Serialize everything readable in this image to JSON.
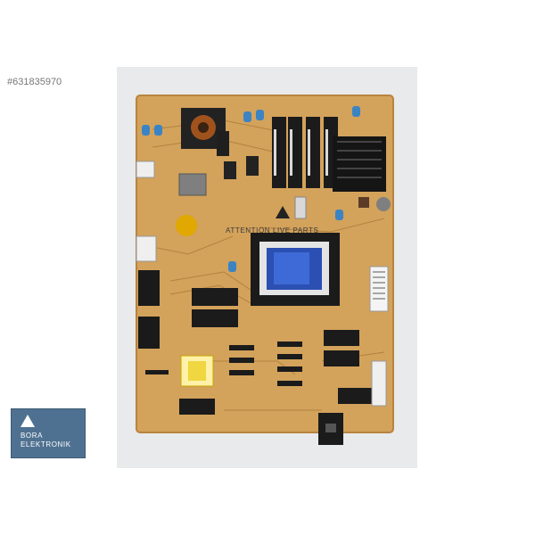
{
  "listing": {
    "id": "#631835970"
  },
  "brand": {
    "line1": "BORA",
    "line2": "ELEKTRONIK"
  },
  "board": {
    "warning_text": "ATTENTION LIVE PARTS"
  },
  "colors": {
    "pcb": "#d3a25b",
    "background": "#ffffff",
    "photo_bg": "#e9eaeb",
    "logo_bg": "#4f7191"
  }
}
